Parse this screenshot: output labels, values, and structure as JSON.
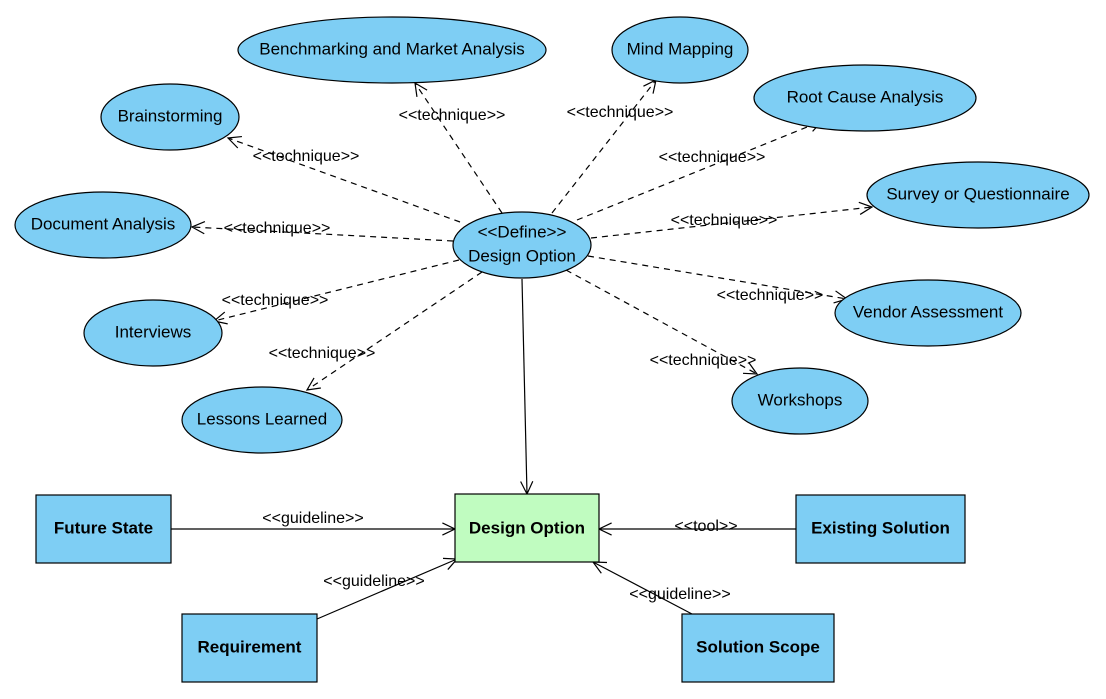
{
  "center": {
    "stereotype": "<<Define>>",
    "label": "Design Option"
  },
  "techniques": [
    {
      "id": "benchmarking",
      "label": "Benchmarking and Market Analysis",
      "edge_label": "<<technique>>"
    },
    {
      "id": "mind-mapping",
      "label": "Mind Mapping",
      "edge_label": "<<technique>>"
    },
    {
      "id": "brainstorming",
      "label": "Brainstorming",
      "edge_label": "<<technique>>"
    },
    {
      "id": "root-cause-analysis",
      "label": "Root Cause Analysis",
      "edge_label": "<<technique>>"
    },
    {
      "id": "document-analysis",
      "label": "Document Analysis",
      "edge_label": "<<technique>>"
    },
    {
      "id": "survey",
      "label": "Survey or Questionnaire",
      "edge_label": "<<technique>>"
    },
    {
      "id": "interviews",
      "label": "Interviews",
      "edge_label": "<<technique>>"
    },
    {
      "id": "vendor-assessment",
      "label": "Vendor Assessment",
      "edge_label": "<<technique>>"
    },
    {
      "id": "lessons-learned",
      "label": "Lessons Learned",
      "edge_label": "<<technique>>"
    },
    {
      "id": "workshops",
      "label": "Workshops",
      "edge_label": "<<technique>>"
    }
  ],
  "target": {
    "label": "Design Option"
  },
  "inputs": [
    {
      "id": "future-state",
      "label": "Future State",
      "edge_label": "<<guideline>>"
    },
    {
      "id": "existing-solution",
      "label": "Existing Solution",
      "edge_label": "<<tool>>"
    },
    {
      "id": "requirement",
      "label": "Requirement",
      "edge_label": "<<guideline>>"
    },
    {
      "id": "solution-scope",
      "label": "Solution Scope",
      "edge_label": "<<guideline>>"
    }
  ],
  "colors": {
    "node_fill": "#7ecef4",
    "target_fill": "#c0fcc0",
    "line": "#000000"
  }
}
